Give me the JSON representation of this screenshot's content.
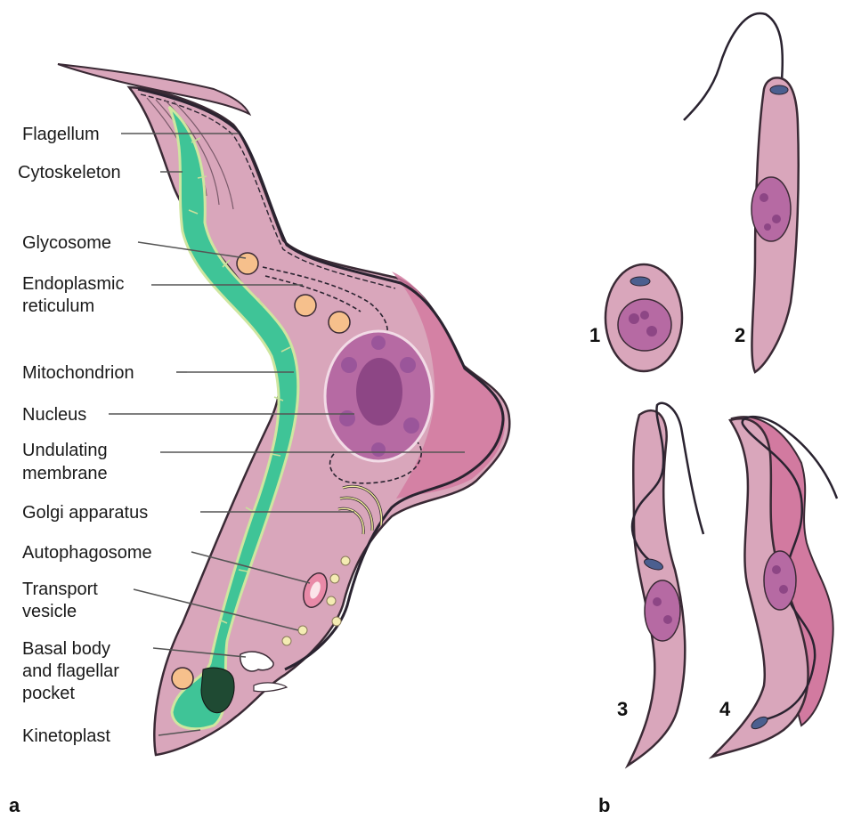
{
  "panel_a": {
    "letter": "a",
    "labels": {
      "flagellum": "Flagellum",
      "cytoskeleton": "Cytoskeleton",
      "glycosome": "Glycosome",
      "endoplasmic_1": "Endoplasmic",
      "endoplasmic_2": "reticulum",
      "mitochondrion": "Mitochondrion",
      "nucleus": "Nucleus",
      "undulating_1": "Undulating",
      "undulating_2": "membrane",
      "golgi": "Golgi apparatus",
      "autophagosome": "Autophagosome",
      "transport_1": "Transport",
      "transport_2": "vesicle",
      "basal_1": "Basal body",
      "basal_2": "and flagellar",
      "basal_3": "pocket",
      "kinetoplast": "Kinetoplast"
    }
  },
  "panel_b": {
    "letter": "b",
    "stages": [
      "1",
      "2",
      "3",
      "4"
    ]
  },
  "colors": {
    "cell_body": "#d9a6bb",
    "cell_outline": "#3a2a35",
    "membrane": "#d27aa0",
    "mitochondrion": "#3fc497",
    "nucleus": "#b66aa3",
    "nucleolus": "#8d4685",
    "glycosome": "#f6c08c",
    "kinetoplast": "#1f4a33",
    "flagellum_blue": "#4b5f8f"
  }
}
